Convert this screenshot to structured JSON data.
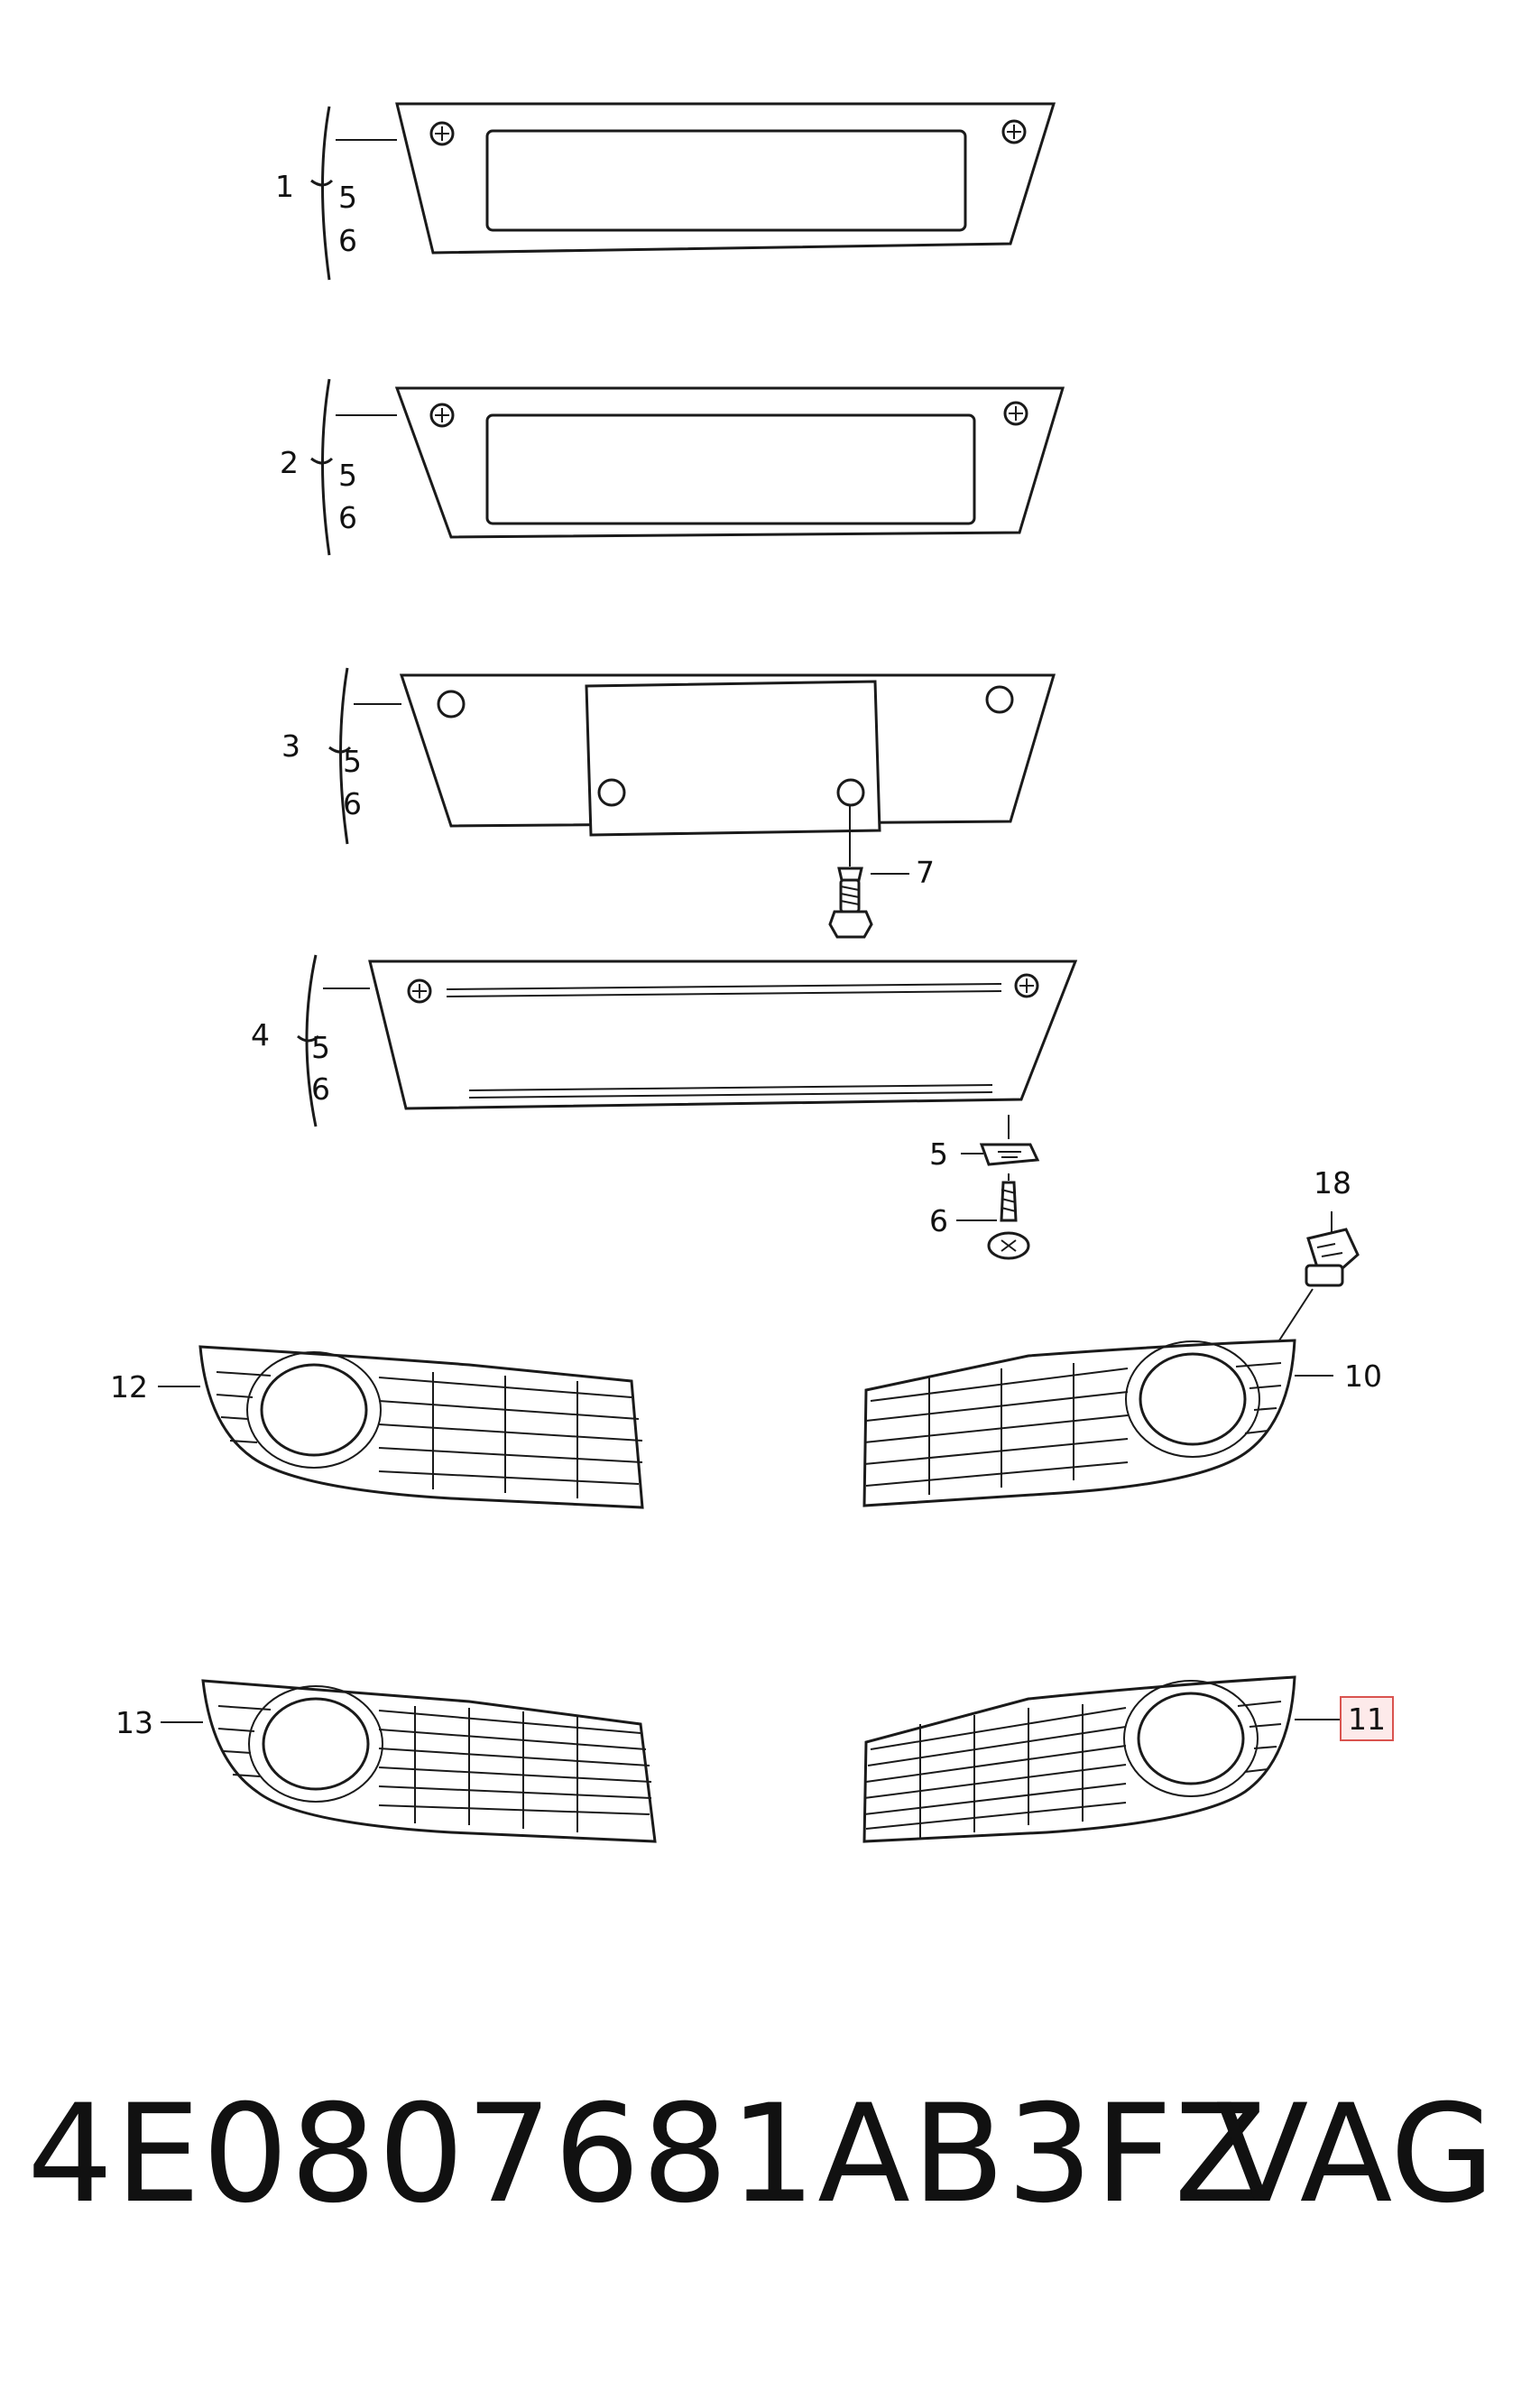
{
  "callouts": {
    "c1": "1",
    "c2": "2",
    "c3": "3",
    "c4": "4",
    "c5": "5",
    "c6": "6",
    "c7": "7",
    "c10": "10",
    "c11": "11",
    "c12": "12",
    "c13": "13",
    "c18": "18"
  },
  "highlight_color": "#d9534f",
  "footer": {
    "part_number": "4E0807681AB3FZ",
    "brand": "VAG"
  }
}
